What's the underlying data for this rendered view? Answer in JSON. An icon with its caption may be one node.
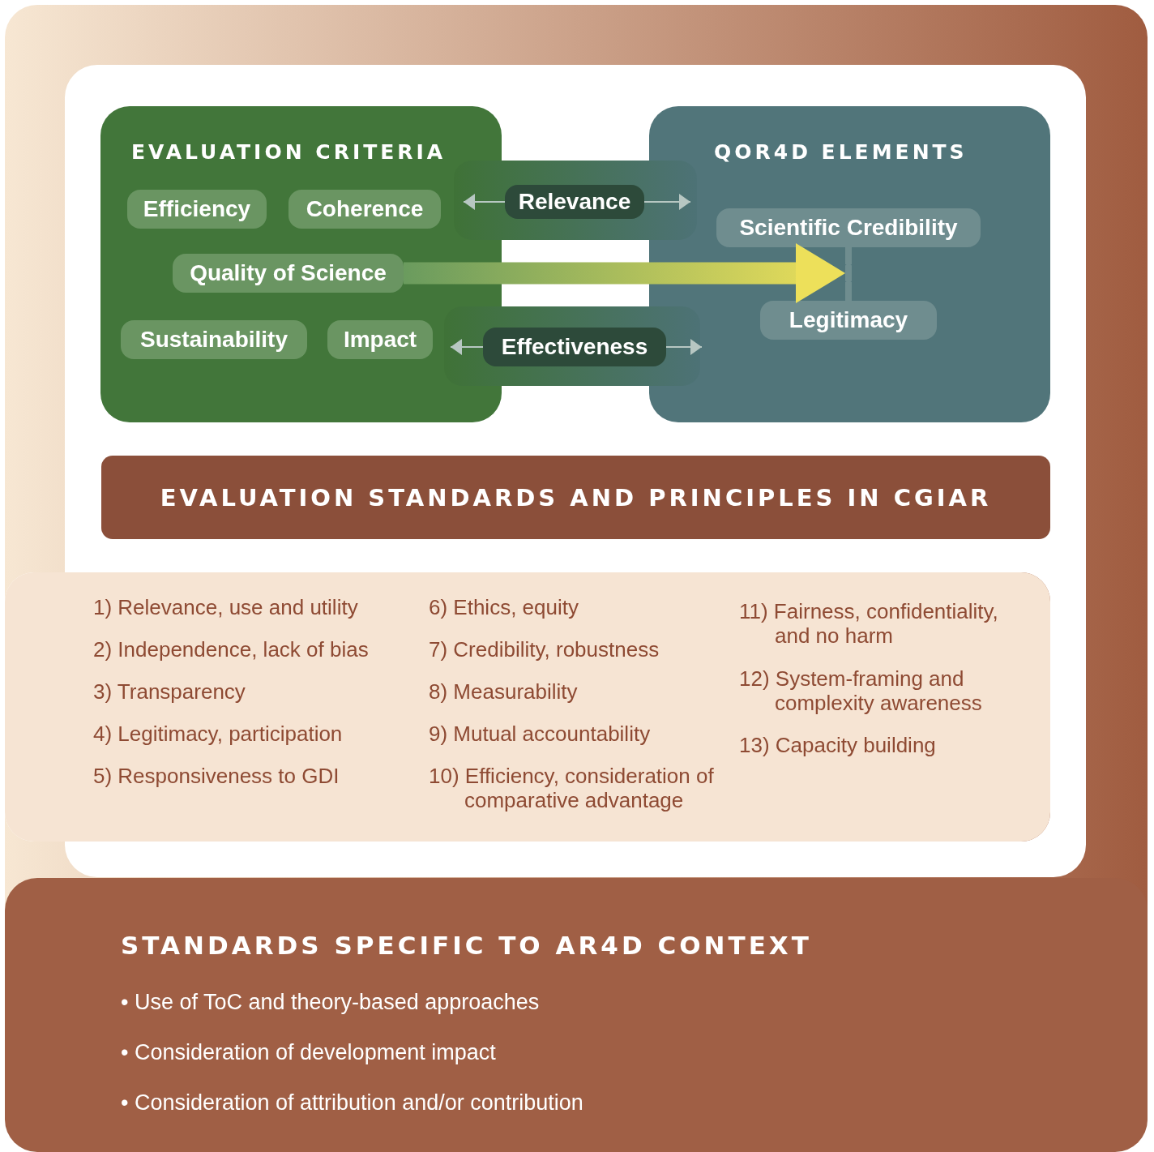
{
  "diagram": {
    "nodes": [
      {
        "text": [
          "EVALUATION CRITERIA"
        ]
      },
      {
        "text": [
          "Efficiency"
        ],
        "in": 0
      },
      {
        "text": [
          "Coherence"
        ],
        "in": 0
      },
      {
        "text": [
          "Quality of Science"
        ],
        "in": 0
      },
      {
        "text": [
          "Sustainability"
        ],
        "in": 0
      },
      {
        "text": [
          "Impact"
        ],
        "in": 0
      },
      {
        "text": [
          "QOR4D ELEMENTS"
        ]
      },
      {
        "text": [
          "Scientific Credibility"
        ],
        "in": 6
      },
      {
        "text": [
          "Legitimacy"
        ],
        "in": 6
      },
      {
        "text": [
          "Relevance"
        ]
      },
      {
        "text": [
          "Effectiveness"
        ]
      },
      {
        "text": [
          "EVALUATION STANDARDS AND PRINCIPLES IN CGIAR"
        ]
      },
      {
        "text": [
          "1) Relevance, use and utility",
          "2) Independence, lack of bias",
          "3) Transparency",
          "4) Legitimacy, participation",
          "5) Responsiveness to GDI",
          "6) Ethics, equity",
          "7) Credibility, robustness",
          "8) Measurability",
          "9) Mutual accountability",
          "10) Efficiency, consideration of comparative advantage",
          "11) Fairness, confidentiality, and no harm",
          "12) System-framing and complexity awareness",
          "13) Capacity building"
        ]
      },
      {
        "text": [
          "STANDARDS SPECIFIC TO AR4D CONTEXT",
          "• Use of ToC and theory-based approaches",
          "• Consideration of development impact",
          "• Consideration of attribution and/or contribution"
        ]
      },
      {
        "text": [],
        "shape": "bar",
        "in": 6
      }
    ],
    "edges": [
      {
        "from": 9,
        "to": 2,
        "arrow": "to"
      },
      {
        "from": 9,
        "to": 7,
        "arrow": "to"
      },
      {
        "from": 10,
        "to": 5,
        "arrow": "to"
      },
      {
        "from": 10,
        "to": null,
        "arrow": "to"
      },
      {
        "from": 3,
        "to": 14,
        "arrow": "to",
        "style": "thick",
        "color": "#ede05a"
      },
      {
        "from": 7,
        "to": 14,
        "arrow": "none",
        "style": "thick",
        "color": "#6f8d8f"
      },
      {
        "from": 14,
        "to": 8,
        "arrow": "none",
        "style": "thick",
        "color": "#6f8d8f"
      }
    ]
  }
}
